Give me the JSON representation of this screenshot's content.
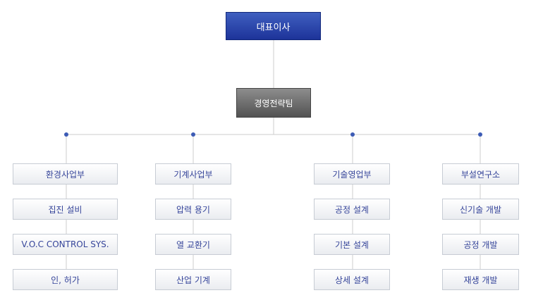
{
  "top": {
    "ceo": "대표이사",
    "strategy": "경영전략팀"
  },
  "divisions": [
    {
      "name": "환경사업부",
      "items": [
        "집진 설비",
        "V.O.C CONTROL SYS.",
        "인, 허가"
      ]
    },
    {
      "name": "기계사업부",
      "items": [
        "압력 용기",
        "열 교환기",
        "산업 기계"
      ]
    },
    {
      "name": "기술영업부",
      "items": [
        "공정 설계",
        "기본 설계",
        "상세 설계"
      ]
    },
    {
      "name": "부설연구소",
      "items": [
        "신기술 개발",
        "공정 개발",
        "재생 개발"
      ]
    }
  ],
  "colors": {
    "ceo": "#2a45aa",
    "strategy": "#6b6b6b",
    "text": "#36459a",
    "connector": "#cccccc",
    "dot": "#3d5cb5"
  }
}
